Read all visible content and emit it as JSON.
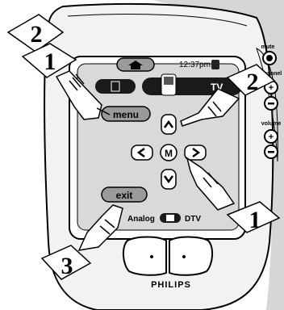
{
  "screen": {
    "time": "12:37pm",
    "tv_tab_label": "TV",
    "menu_label": "menu",
    "center_label": "M",
    "exit_label": "exit",
    "analog_label": "Analog",
    "dtv_label": "DTV"
  },
  "side_controls": {
    "mute_label": "mute",
    "channel_label": "channel",
    "volume_label": "volume"
  },
  "brand": "PHILIPS",
  "callouts": {
    "left_top": "2",
    "left_mid": "1",
    "right_top": "2",
    "right_bottom": "1",
    "bottom_left": "3"
  },
  "colors": {
    "device_body": "#f2f2f2",
    "screen_bg": "#d9d9d9",
    "dark_tab": "#1a1a1a",
    "oval_button": "#9a9a9a",
    "outline": "#000000"
  }
}
